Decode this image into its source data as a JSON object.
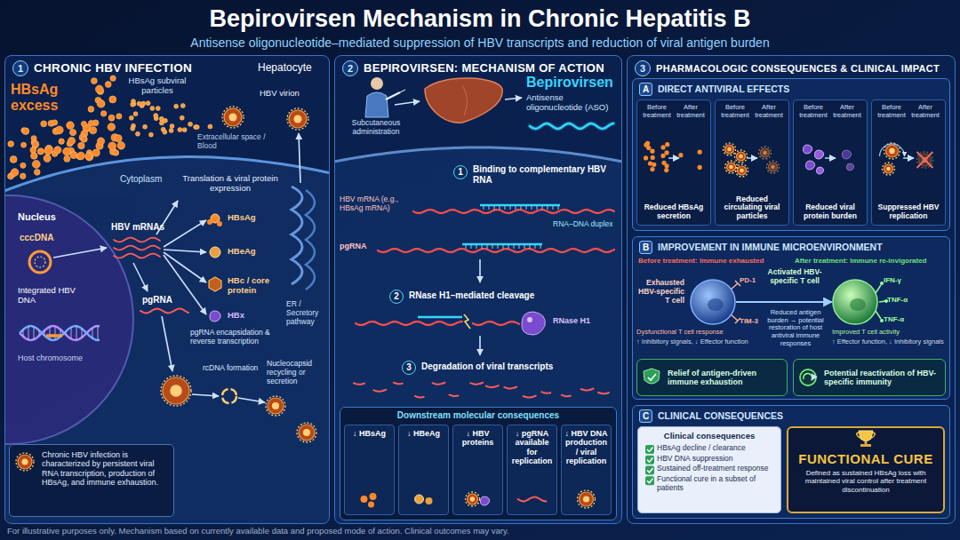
{
  "diagram": {
    "title": "Bepirovirsen Mechanism in Chronic Hepatitis B",
    "caption": "For illustrative purposes only. Mechanism based on currently available data and proposed mode of action. Clinical outcomes may vary.",
    "nodes": [
      {
        "text": [
          "1",
          "CHRONIC HBV INFECTION"
        ]
      },
      {
        "text": [
          "Chronic HBV infection is characterized by persistent viral RNA transcription, production of HBsAg, and immune exhaustion."
        ],
        "in": 0
      },
      {
        "text": [
          "2",
          "BEPIROVIRSEN: MECHANISM OF ACTION"
        ]
      },
      {
        "text": [
          "Downstream molecular consequences"
        ],
        "in": 2
      },
      {
        "text": [
          "↓ HBsAg"
        ],
        "in": 3
      },
      {
        "text": [
          "↓ HBeAg"
        ],
        "in": 3
      },
      {
        "text": [
          "↓ HBV proteins"
        ],
        "in": 3
      },
      {
        "text": [
          "↓ pgRNA available for replication"
        ],
        "in": 3
      },
      {
        "text": [
          "↓ HBV DNA production / viral replication"
        ],
        "in": 3
      },
      {
        "text": [
          "3",
          "PHARMACOLOGIC CONSEQUENCES & CLINICAL IMPACT"
        ]
      },
      {
        "text": [
          "A",
          "DIRECT ANTIVIRAL EFFECTS"
        ],
        "in": 9
      },
      {
        "text": [
          "Before treatment",
          "After treatment",
          "Reduced HBsAg secretion"
        ],
        "in": 10
      },
      {
        "text": [
          "Before treatment",
          "After treatment",
          "Reduced circulating viral particles"
        ],
        "in": 10
      },
      {
        "text": [
          "Before treatment",
          "After treatment",
          "Reduced viral protein burden"
        ],
        "in": 10
      },
      {
        "text": [
          "Before treatment",
          "After treatment",
          "Suppressed HBV replication"
        ],
        "in": 10
      },
      {
        "text": [
          "B",
          "IMPROVEMENT IN IMMUNE MICROENVIRONMENT"
        ],
        "in": 9
      },
      {
        "text": [
          "Exhausted HBV-specific T cell"
        ],
        "in": 15
      },
      {
        "text": [
          "Activated HBV-specific T cell"
        ],
        "in": 15
      },
      {
        "text": [
          "Relief of antigen-driven immune exhaustion"
        ],
        "in": 15
      },
      {
        "text": [
          "Potential reactivation of HBV-specific immunity"
        ],
        "in": 15
      },
      {
        "text": [
          "C",
          "CLINICAL CONSEQUENCES"
        ],
        "in": 9
      },
      {
        "text": [
          "Clinical consequences",
          "HBsAg decline / clearance",
          "HBV DNA suppression",
          "Sustained off-treatment response",
          "Functional cure in a subset of patients"
        ],
        "in": 20
      },
      {
        "text": [
          "FUNCTIONAL CURE",
          "Defined as sustained HBsAg loss with maintained viral control after treatment discontinuation"
        ],
        "in": 20
      }
    ],
    "edges": [
      {
        "from": 16,
        "to": 17,
        "arrow": "to"
      }
    ],
    "labels": [
      "Antisense oligonucleotide–mediated suppression of HBV transcripts and reduction of viral antigen burden",
      "Hepatocyte",
      "HBsAg excess",
      "HBsAg subviral particles",
      "HBV virion",
      "Extracellular space / Blood",
      "Cytoplasm",
      "Nucleus",
      "Translation & viral protein expression",
      "HBV mRNAs",
      "HBsAg",
      "HBeAg",
      "HBc / core protein",
      "HBx",
      "cccDNA",
      "Integrated HBV DNA",
      "Host chromosome",
      "pgRNA",
      "ER / Secretory pathway",
      "pgRNA encapsidation & reverse transcription",
      "rcDNA formation",
      "Nucleocapsid recycling or secretion",
      "Subcutaneous administration",
      "Bepirovirsen",
      "Antisense oligonucleotide (ASO)",
      "1",
      "Binding to complementary HBV RNA",
      "HBV mRNA (e.g., HBsAg mRNA)",
      "RNA–DNA duplex",
      "pgRNA",
      "2",
      "RNase H1–mediated cleavage",
      "RNase H1",
      "3",
      "Degradation of viral transcripts",
      "Before treatment: Immune exhausted",
      "After treatment: Immune re-invigorated",
      "PD-1",
      "TIM-3",
      "Dysfunctional T cell response",
      "↑ Inhibitory signals, ↓ Effector function",
      "Reduced antigen burden → potential restoration of host antiviral immune responses",
      "IFN-γ",
      "TNF-α",
      "TNF-α",
      "Improved T cell activity",
      "↑ Effector function, ↓ Inhibitory signals"
    ]
  }
}
